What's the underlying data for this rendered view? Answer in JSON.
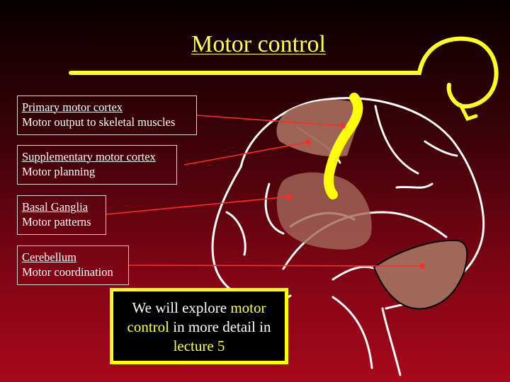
{
  "slide": {
    "title": "Motor control",
    "labels": [
      {
        "heading": "Primary motor cortex",
        "description": "Motor output to skeletal muscles"
      },
      {
        "heading": "Supplementary motor cortex",
        "description": "Motor planning"
      },
      {
        "heading": "Basal Ganglia",
        "description": "Motor patterns"
      },
      {
        "heading": "Cerebellum",
        "description": "Motor coordination"
      }
    ],
    "callout": {
      "part1": "We will explore ",
      "part2": "motor",
      "part3": " ",
      "part4": "control",
      "part5": " in more detail in ",
      "part6": "lecture  5"
    }
  },
  "colors": {
    "title": "#ffff55",
    "pointer_line": "#ff2a2a",
    "brain_outline": "#ffffff",
    "motor_strip": "#ffff00",
    "region_fill": "#a2685a",
    "callout_border": "#ffff00"
  }
}
